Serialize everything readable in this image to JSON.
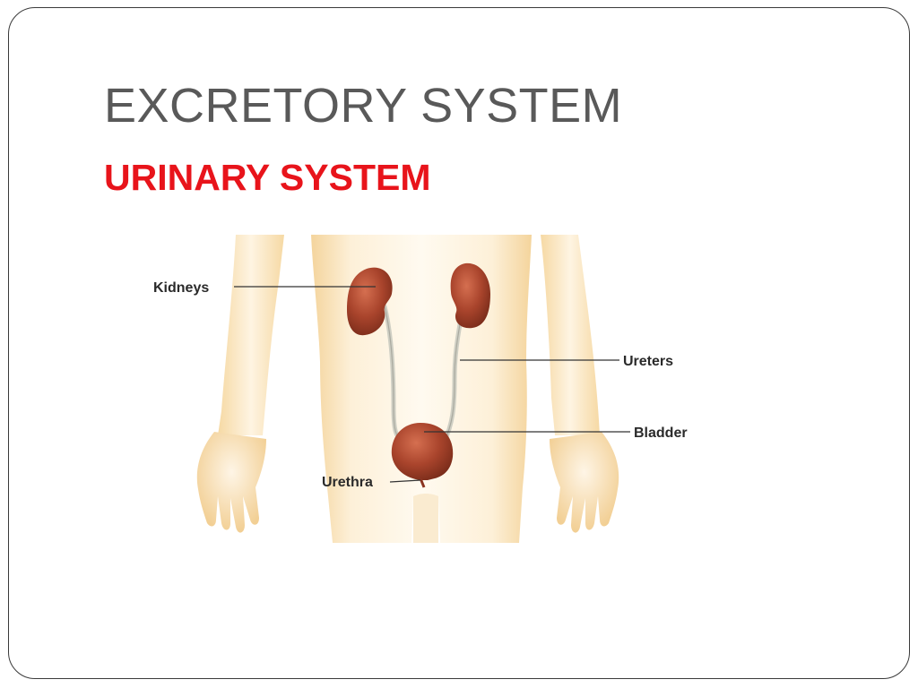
{
  "slide": {
    "title": "EXCRETORY SYSTEM",
    "subtitle": "URINARY SYSTEM"
  },
  "diagram": {
    "labels": {
      "kidneys": "Kidneys",
      "ureters": "Ureters",
      "bladder": "Bladder",
      "urethra": "Urethra"
    },
    "colors": {
      "skin_light": "#fdf1da",
      "skin_mid": "#f7dcab",
      "organ": "#a4402a",
      "organ_highlight": "#d0684a",
      "ureter": "#cfcfc6",
      "leader_line": "#333333"
    }
  }
}
